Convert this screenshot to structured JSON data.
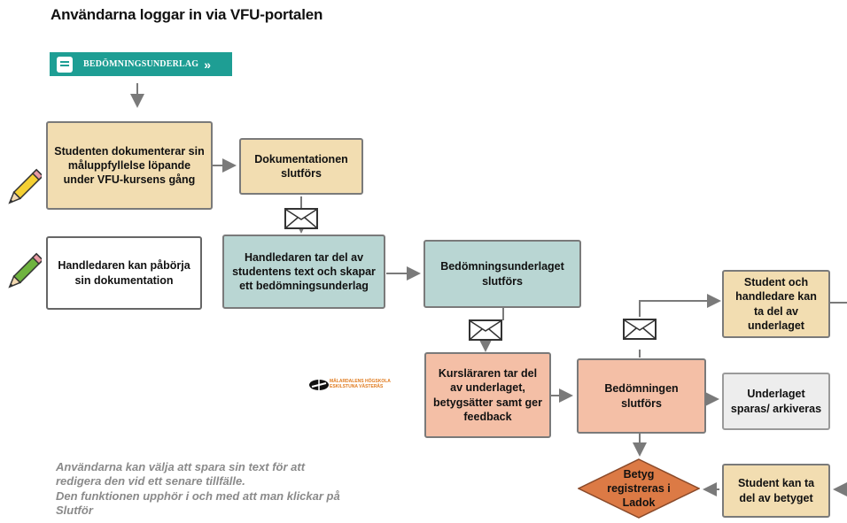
{
  "title": "Användarna loggar in via VFU-portalen",
  "badge": {
    "label": "BEDÖMNINGSUNDERLAG",
    "arrow": "»",
    "color": "#1e9e94"
  },
  "boxes": {
    "student_doc": {
      "bold": "Studenten",
      "rest": " dokumenterar sin måluppfyllelse löpande under VFU-kursens gång"
    },
    "doc_done": {
      "text": "Dokumentationen slutförs"
    },
    "supervisor_start": {
      "text": "Handledaren kan påbörja sin dokumentation"
    },
    "supervisor_reads": {
      "bold": "Handledaren",
      "rest": " tar del av studentens text och skapar ett bedömningsunderlag"
    },
    "basis_done": {
      "text": "Bedömningsunderlaget slutförs"
    },
    "student_and_supervisor": {
      "text": "Student och handledare kan ta del av underlaget"
    },
    "teacher": {
      "bold": "Kursläraren",
      "rest": " tar del av underlaget, betygsätter samt ger feedback"
    },
    "assessment_done": {
      "text": "Bedömningen slutförs"
    },
    "archived": {
      "text": "Underlaget sparas/ arkiveras"
    },
    "grade_ladok": {
      "text": "Betyg registreras i Ladok"
    },
    "student_grade": {
      "text": "Student kan ta del av betyget"
    }
  },
  "logo": {
    "line1": "MÄLARDALENS HÖGSKOLA",
    "line2": "ESKILSTUNA VÄSTERÅS"
  },
  "note": {
    "line1": "Användarna kan välja att spara sin text för att",
    "line2": "redigera den vid ett senare tillfälle.",
    "line3": "Den funktionen upphör i och med att man klickar på",
    "line4": "Slutför"
  },
  "colors": {
    "beige": "#f2ddb1",
    "teal": "#b9d6d3",
    "peach": "#f4bfa6",
    "grey": "#ededed",
    "diamond": "#dc7a45",
    "arrow": "#7a7a7a"
  },
  "icons": [
    "pencil-yellow-icon",
    "pencil-green-icon",
    "envelope-icon",
    "university-logo"
  ]
}
